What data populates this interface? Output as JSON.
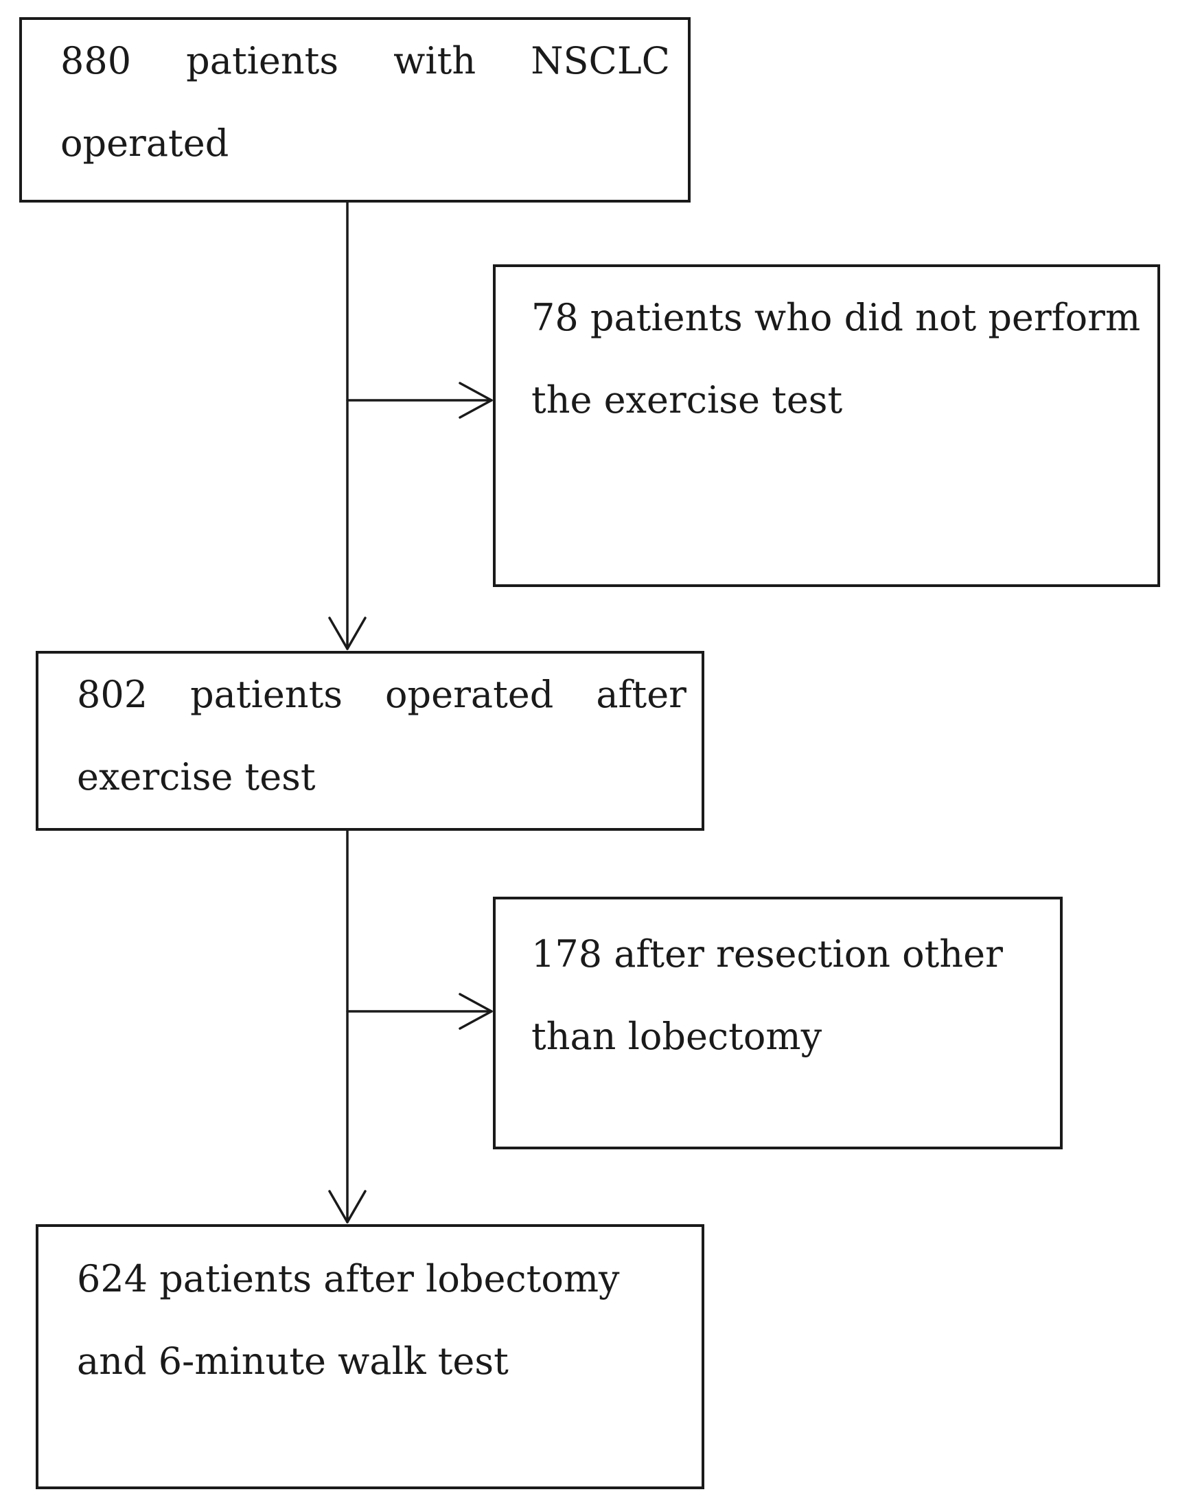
{
  "diagram": {
    "type": "flowchart",
    "nodes": [
      {
        "id": "total",
        "text": "880 patients with NSCLC operated"
      },
      {
        "id": "excluded_no_exercise",
        "text": "78 patients who did not perform the exercise test"
      },
      {
        "id": "after_exercise",
        "text": "802 patients operated after exercise test"
      },
      {
        "id": "excluded_other_resection",
        "text": "178 after resection other than lobectomy"
      },
      {
        "id": "final",
        "text": "624 patients after lobectomy and 6-minute walk test"
      }
    ],
    "edges": [
      {
        "from": "total",
        "to": "after_exercise"
      },
      {
        "from": "total",
        "to": "excluded_no_exercise"
      },
      {
        "from": "after_exercise",
        "to": "final"
      },
      {
        "from": "after_exercise",
        "to": "excluded_other_resection"
      }
    ]
  }
}
